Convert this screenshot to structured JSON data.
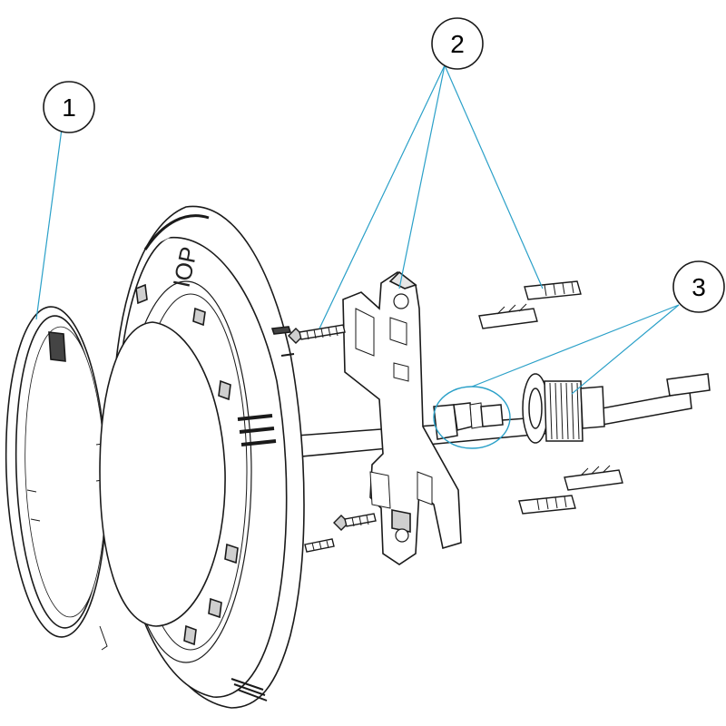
{
  "colors": {
    "leader": "#2aa0c8",
    "line": "#1a1a1a",
    "fill": "#ffffff"
  },
  "callouts": [
    {
      "label": "1"
    },
    {
      "label": "2"
    },
    {
      "label": "3"
    }
  ],
  "brand_mark": "IOP"
}
